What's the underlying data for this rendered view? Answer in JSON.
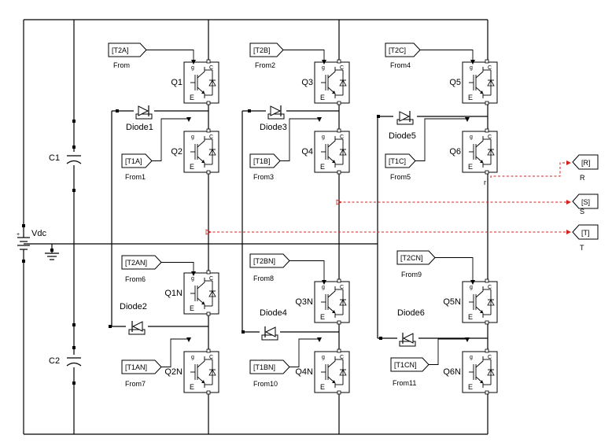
{
  "source": {
    "label": "Vdc",
    "plus": "+"
  },
  "capacitors": [
    "C1",
    "C2"
  ],
  "transistors": [
    {
      "label": "Q1",
      "gate": "g",
      "collector": "C",
      "emitter": "E"
    },
    {
      "label": "Q2",
      "gate": "g",
      "collector": "C",
      "emitter": "E"
    },
    {
      "label": "Q1N",
      "gate": "g",
      "collector": "C",
      "emitter": "E"
    },
    {
      "label": "Q2N",
      "gate": "g",
      "collector": "C",
      "emitter": "E"
    },
    {
      "label": "Q3",
      "gate": "g",
      "collector": "C",
      "emitter": "E"
    },
    {
      "label": "Q4",
      "gate": "g",
      "collector": "C",
      "emitter": "E"
    },
    {
      "label": "Q3N",
      "gate": "g",
      "collector": "C",
      "emitter": "E"
    },
    {
      "label": "Q4N",
      "gate": "g",
      "collector": "C",
      "emitter": "E"
    },
    {
      "label": "Q5",
      "gate": "g",
      "collector": "C",
      "emitter": "E"
    },
    {
      "label": "Q6",
      "gate": "g",
      "collector": "C",
      "emitter": "E"
    },
    {
      "label": "Q5N",
      "gate": "g",
      "collector": "C",
      "emitter": "E"
    },
    {
      "label": "Q6N",
      "gate": "g",
      "collector": "C",
      "emitter": "E"
    }
  ],
  "diodes": [
    "Diode1",
    "Diode2",
    "Diode3",
    "Diode4",
    "Diode5",
    "Diode6"
  ],
  "from_blocks": [
    {
      "tag": "[T2A]",
      "name": "From"
    },
    {
      "tag": "[T1A]",
      "name": "From1"
    },
    {
      "tag": "[T2AN]",
      "name": "From6"
    },
    {
      "tag": "[T1AN]",
      "name": "From7"
    },
    {
      "tag": "[T2B]",
      "name": "From2"
    },
    {
      "tag": "[T1B]",
      "name": "From3"
    },
    {
      "tag": "[T2BN]",
      "name": "From8"
    },
    {
      "tag": "[T1BN]",
      "name": "From10"
    },
    {
      "tag": "[T2C]",
      "name": "From4"
    },
    {
      "tag": "[T1C]",
      "name": "From5"
    },
    {
      "tag": "[T2CN]",
      "name": "From9"
    },
    {
      "tag": "[T1CN]",
      "name": "From11"
    }
  ],
  "goto_blocks": [
    {
      "tag": "[R]",
      "name": "R"
    },
    {
      "tag": "[S]",
      "name": "S"
    },
    {
      "tag": "[T]",
      "name": "T"
    }
  ],
  "port_label": "r"
}
